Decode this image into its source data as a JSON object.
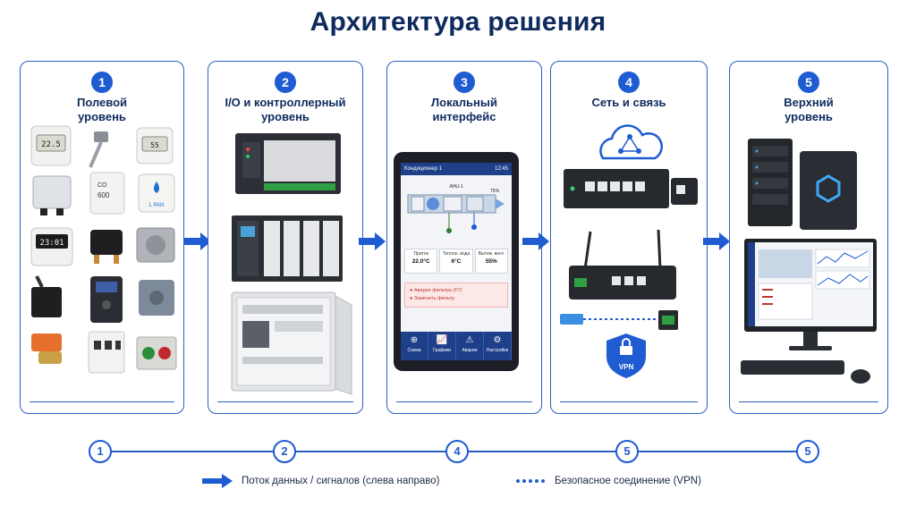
{
  "title": "Архитектура решения",
  "panels": [
    {
      "num": "1",
      "title": "Полевой\nуровень"
    },
    {
      "num": "2",
      "title": "I/O и контроллерный\nуровень"
    },
    {
      "num": "3",
      "title": "Локальный\nинтерфейс"
    },
    {
      "num": "4",
      "title": "Сеть и связь"
    },
    {
      "num": "5",
      "title": "Верхний\nуровень"
    }
  ],
  "field_devices": {
    "thermostat_display": "22.5",
    "humidity_display": "55",
    "co2_label": "CO",
    "co2_value": "600",
    "water_label": "L PAN",
    "timer_display": "23:01"
  },
  "hmi": {
    "header_title": "Кондиционер 1",
    "header_time": "12:45",
    "unit_label": "AHU-1",
    "valve_percent": "75",
    "readings": [
      {
        "label": "Приток",
        "value": "22.0°C"
      },
      {
        "label": "Теплон. вода",
        "value": "6°C"
      },
      {
        "label": "Вытеж. вент.",
        "value": "55%"
      }
    ],
    "alarm_line1": "Авария фильтра (F7)",
    "alarm_line2": "Заменить фильтр",
    "nav": [
      {
        "icon": "⊕",
        "label": "Схема"
      },
      {
        "icon": "📈",
        "label": "Графики"
      },
      {
        "icon": "⚠",
        "label": "Аварии"
      },
      {
        "icon": "⚙",
        "label": "Настройки"
      }
    ]
  },
  "network": {
    "vpn_label": "VPN"
  },
  "timeline": [
    "1",
    "2",
    "4",
    "5",
    "5"
  ],
  "legend": {
    "flow": "Поток данных / сигналов (слева направо)",
    "vpn": "Безопасное соединение (VPN)"
  },
  "colors": {
    "accent": "#1f5bd1",
    "title": "#0e2a5e",
    "border": "#2b5fc4"
  }
}
